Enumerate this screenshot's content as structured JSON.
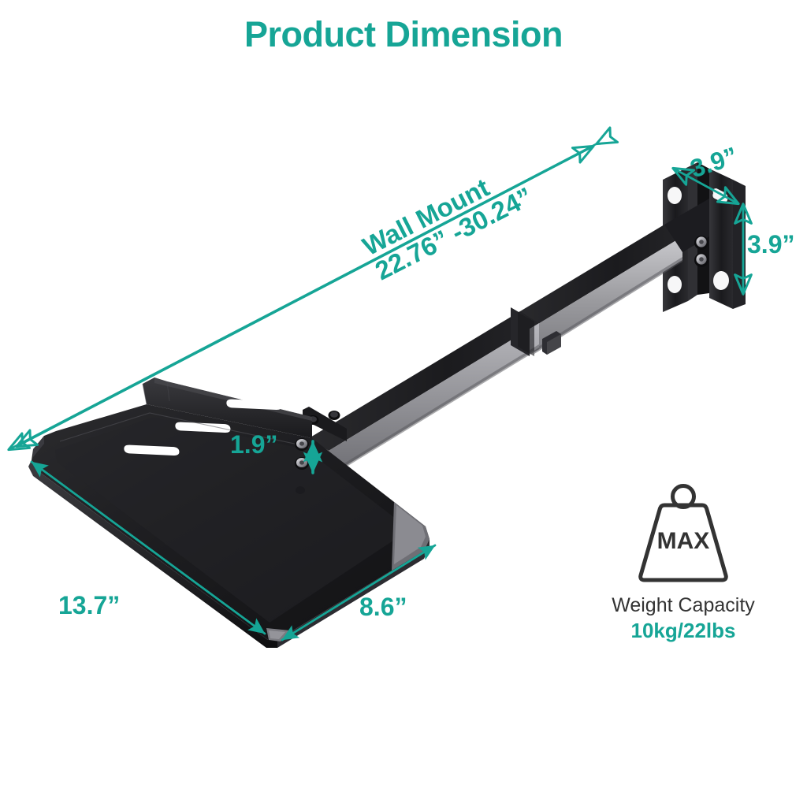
{
  "page": {
    "title": "Product Dimension",
    "background_color": "#ffffff",
    "accent_color": "#16a596",
    "text_color": "#333333"
  },
  "dimensions": {
    "wall_mount_label": "Wall Mount",
    "wall_mount_range": "22.76” -30.24”",
    "bracket_depth": "3.9”",
    "bracket_height": "3.9”",
    "tray_lip_height": "1.9”",
    "tray_width": "13.7”",
    "tray_depth": "8.6”"
  },
  "weight_capacity": {
    "icon_text": "MAX",
    "label": "Weight Capacity",
    "value": "10kg/22lbs"
  },
  "product": {
    "name": "wall-mount-shelf-bracket",
    "finish_color": "#1c1c1e",
    "arm_side_color": "#9a9a9e"
  }
}
